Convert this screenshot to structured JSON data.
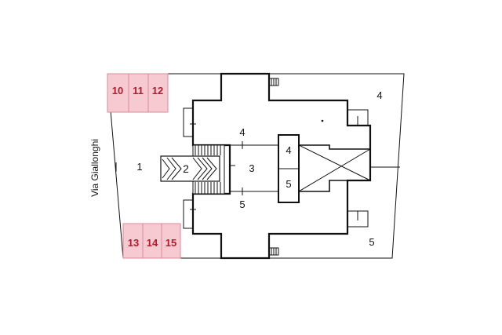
{
  "street_label": "Via Giallonghi",
  "parking_spaces_top": [
    "10",
    "11",
    "12"
  ],
  "parking_spaces_bottom": [
    "13",
    "14",
    "15"
  ],
  "area_labels": {
    "courtyard_west": "1",
    "stair_core": "2",
    "atrium": "3",
    "corridor_upper": "4",
    "corridor_lower": "5",
    "lift_upper": "4",
    "lift_lower": "5",
    "garden_north_east": "4",
    "garden_south_east": "5"
  },
  "colors": {
    "parking_fill": "#f7c9d0",
    "parking_stroke": "#d98b97",
    "parking_text": "#b01b2e",
    "wall": "#111111"
  }
}
